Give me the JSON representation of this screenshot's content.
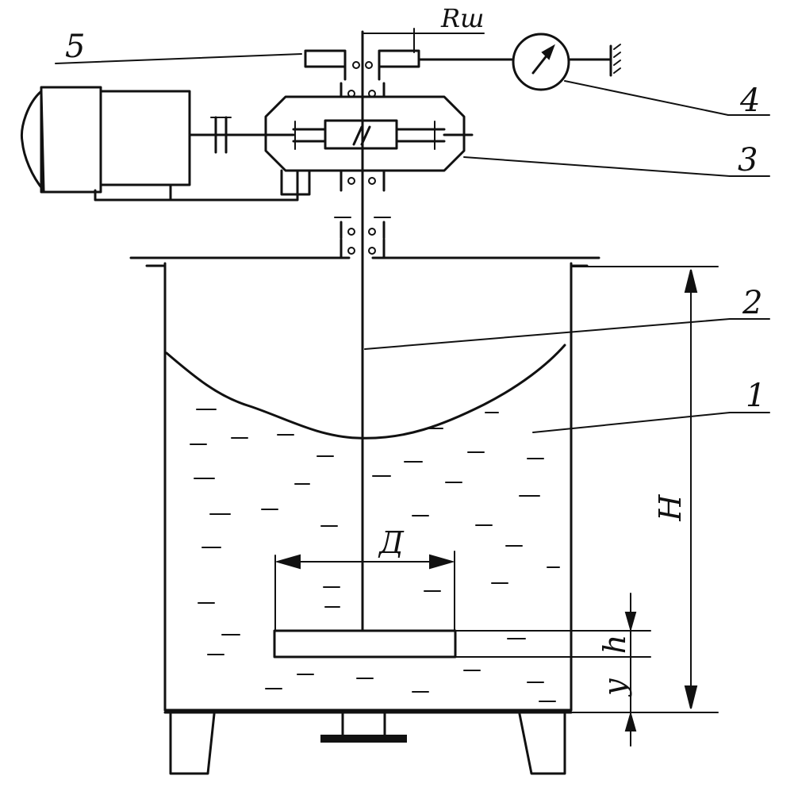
{
  "labels": {
    "callouts": [
      "5",
      "4",
      "3",
      "2",
      "1"
    ],
    "dimensions": {
      "radius": "Rш",
      "height": "H",
      "diameter": "Д",
      "blade_height": "h",
      "clearance": "у"
    }
  },
  "icons": [
    "dial-gauge-icon",
    "wall-hatch-icon",
    "electric-motor-icon",
    "gearbox-icon",
    "coupling-icon",
    "bearing-icon",
    "arrowhead-icon"
  ]
}
